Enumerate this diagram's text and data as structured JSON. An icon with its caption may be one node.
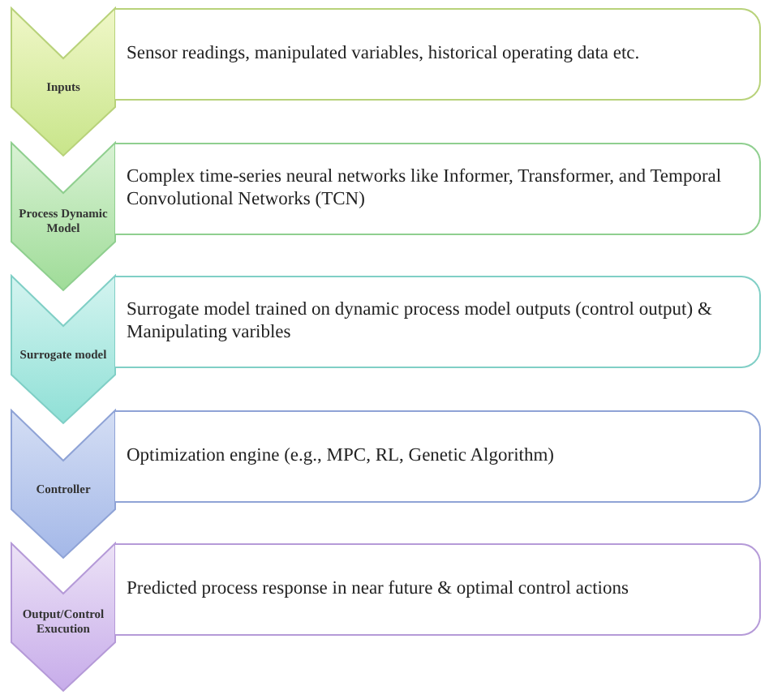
{
  "diagram": {
    "nodes": [
      {
        "text": [
          "Inputs"
        ]
      },
      {
        "text": [
          "Sensor readings, manipulated variables, historical operating data etc."
        ]
      },
      {
        "text": [
          "Process Dynamic Model"
        ]
      },
      {
        "text": [
          "Complex time-series neural networks like Informer, Transformer, and Temporal Convolutional Networks (TCN)"
        ]
      },
      {
        "text": [
          "Surrogate model"
        ]
      },
      {
        "text": [
          "Surrogate model trained on dynamic process model outputs (control output) & Manipulating varibles"
        ]
      },
      {
        "text": [
          "Controller"
        ]
      },
      {
        "text": [
          "Optimization engine (e.g., MPC, RL, Genetic Algorithm)"
        ]
      },
      {
        "text": [
          "Output/Control Exucution"
        ]
      },
      {
        "text": [
          "Predicted process response in near future & optimal control actions"
        ]
      }
    ]
  }
}
